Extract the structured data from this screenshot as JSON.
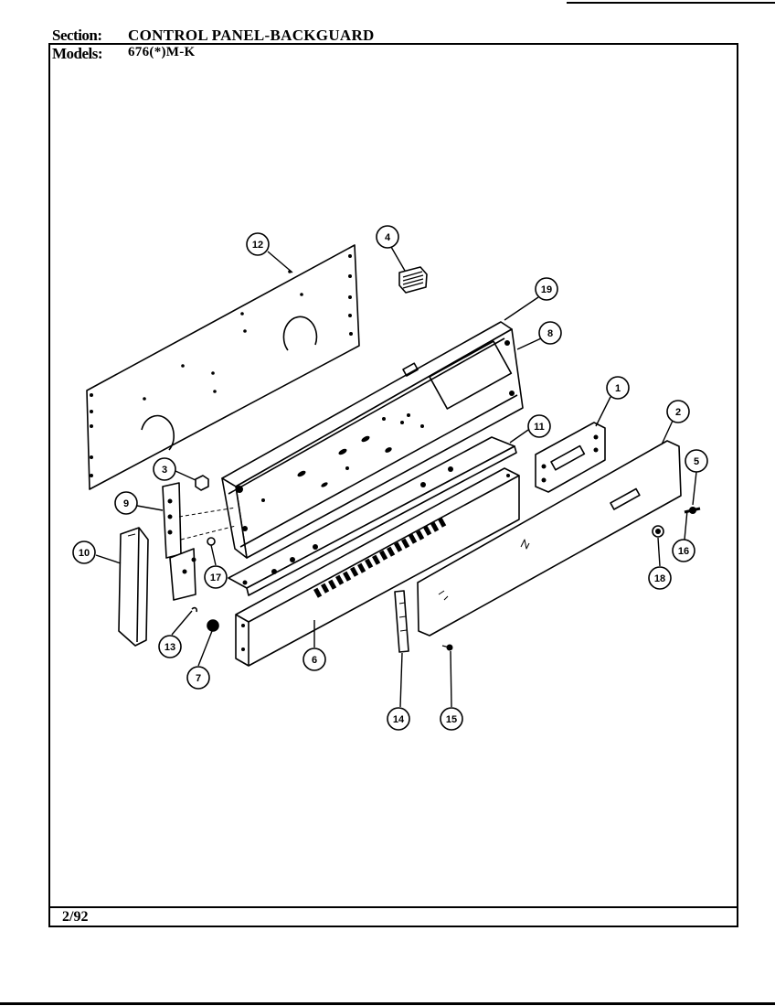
{
  "header": {
    "section_label": "Section:",
    "section_value": "CONTROL PANEL-BACKGUARD",
    "models_label": "Models:",
    "models_value": "676(*)M-K"
  },
  "footer": {
    "date": "2/92"
  },
  "callouts": {
    "c1": "1",
    "c2": "2",
    "c3": "3",
    "c4": "4",
    "c5": "5",
    "c6": "6",
    "c7": "7",
    "c8": "8",
    "c9": "9",
    "c10": "10",
    "c11": "11",
    "c12": "12",
    "c13": "13",
    "c14": "14",
    "c15": "15",
    "c16": "16",
    "c17": "17",
    "c18": "18",
    "c19": "19"
  }
}
